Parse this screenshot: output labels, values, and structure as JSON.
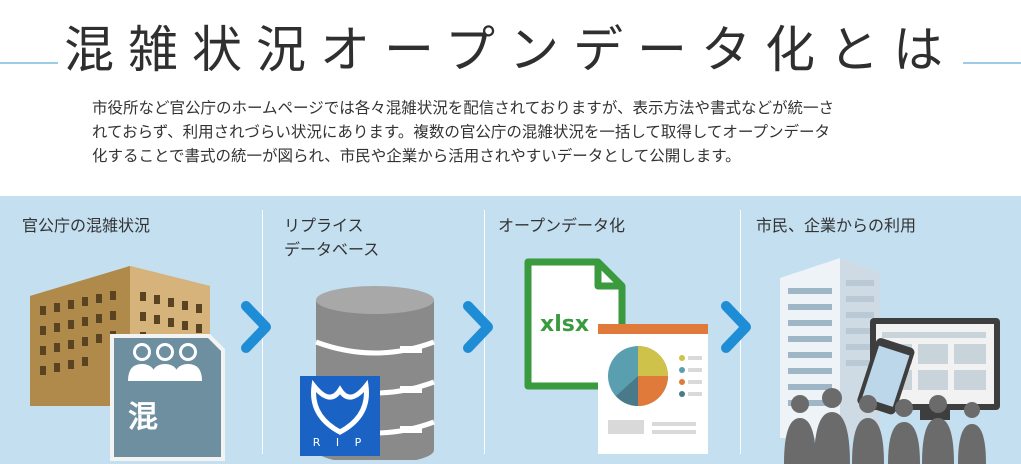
{
  "header": {
    "title": "混雑状況オープンデータ化とは"
  },
  "description": {
    "lines": [
      "市役所など官公庁のホームページでは各々混雑状況を配信されておりますが、表示方法や書式などが統一さ",
      "れておらず、利用されづらい状況にあります。複数の官公庁の混雑状況を一括して取得してオープンデータ",
      "化することで書式の統一が図られ、市民や企業から活用されやすいデータとして公開します。"
    ]
  },
  "steps": [
    {
      "label_lines": [
        "官公庁の混雑状況"
      ],
      "icon": "government-building-crowd-icon",
      "badge_char": "混"
    },
    {
      "label_lines": [
        "リプライス",
        "データベース"
      ],
      "icon": "database-icon",
      "logo_letters": "R I P"
    },
    {
      "label_lines": [
        "オープンデータ化"
      ],
      "icon": "xlsx-file-icon",
      "file_ext": "xlsx"
    },
    {
      "label_lines": [
        "市民、企業からの利用"
      ],
      "icon": "citizens-business-usage-icon"
    }
  ],
  "colors": {
    "band_bg": "#c3dff0",
    "accent_blue": "#1f8dd6",
    "xlsx_green": "#3a9a3e",
    "building_gold": "#b08a4a",
    "crowd_teal": "#6d8fa0",
    "db_gray": "#7a7a7a"
  }
}
